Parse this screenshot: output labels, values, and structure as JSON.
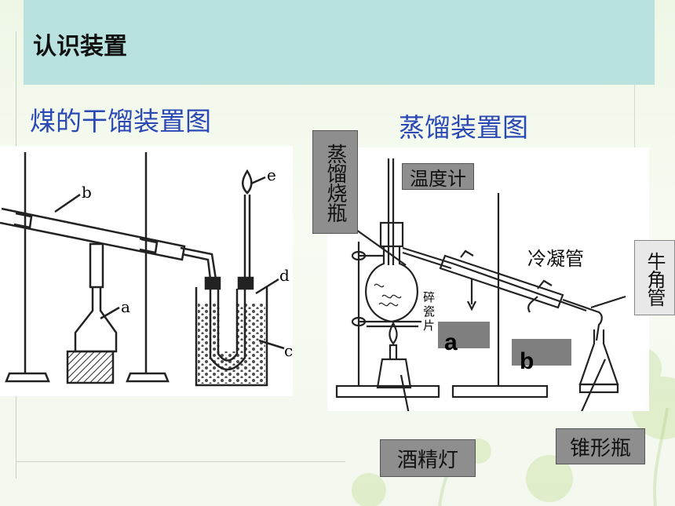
{
  "slide": {
    "title": "认识装置",
    "left_caption": "煤的干馏装置图",
    "right_caption": "蒸馏装置图"
  },
  "left_diagram": {
    "labels": [
      "a",
      "b",
      "c",
      "d",
      "e"
    ]
  },
  "right_diagram": {
    "flask_label": "蒸馏烧瓶",
    "thermometer_label": "温度计",
    "condenser_label": "冷凝管",
    "adapter_label": "牛角管",
    "lamp_label": "酒精灯",
    "conical_flask_label": "锥形瓶",
    "chips_label": "碎瓷片",
    "box_a": "a",
    "box_b": "b"
  },
  "colors": {
    "header_band": "#b9e1de",
    "caption_blue": "#2b49b5",
    "label_gray": "#8e8e8e"
  }
}
